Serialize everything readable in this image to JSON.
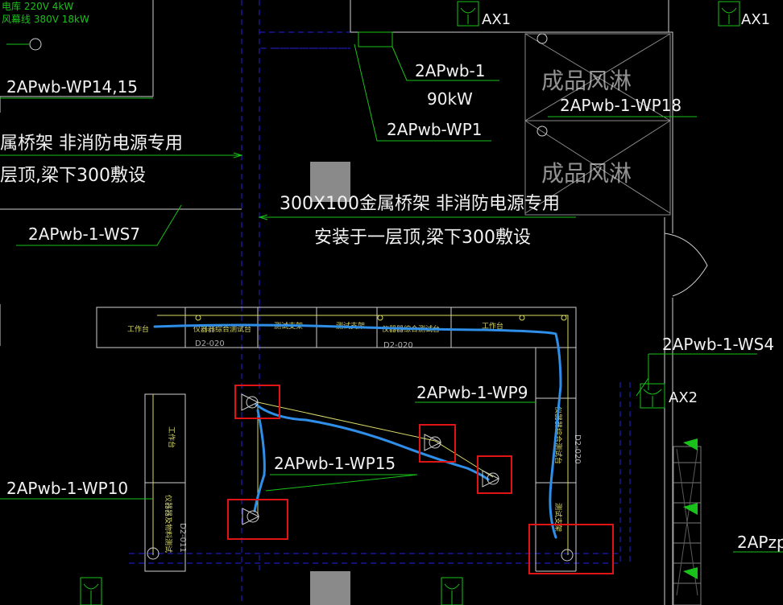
{
  "legend": {
    "line1": "电库 220V 4kW",
    "line2": "风幕线 380V 18kW"
  },
  "panels": {
    "ax1_a": "AX1",
    "ax1_b": "AX1",
    "ax2": "AX2"
  },
  "circuits": {
    "wp14_15": "2APwb-WP14,15",
    "apwb1": "2APwb-1",
    "apwb1_power": "90kW",
    "wp1": "2APwb-WP1",
    "wp18": "2APwb-1-WP18",
    "ws7": "2APwb-1-WS7",
    "ws4": "2APwb-1-WS4",
    "wp9": "2APwb-1-WP9",
    "wp15": "2APwb-1-WP15",
    "wp10": "2APwb-1-WP10",
    "apzp": "2APzp"
  },
  "rooms": {
    "shower_1": "成品风淋",
    "shower_2": "成品风淋"
  },
  "notes": {
    "tray_left_1": "属桥架 非消防电源专用",
    "tray_left_2": "层顶,梁下300敷设",
    "tray_main_1": "300X100金属桥架 非消防电源专用",
    "tray_main_2": "安装于一层顶,梁下300敷设"
  },
  "benches": {
    "b1": "工作台",
    "b2": "仪器器综合测试台",
    "b3": "测试支架",
    "b4": "测试支架",
    "b5": "仪器器综合测试台",
    "b6": "工作台",
    "code1": "D2-020",
    "code2": "D2-020",
    "right_bench": "仪器器综合测试台",
    "right_code": "D2-020",
    "right_bench2": "测试支架",
    "left_bench": "工作台",
    "left_bench2": "仪器器及物料测试",
    "left_code": "D2-011"
  },
  "colors": {
    "background": "#000000",
    "highlight": "#e01414",
    "wire": "#2f8fe8",
    "label_green": "#19c219",
    "tray_blue": "#2323d8"
  }
}
